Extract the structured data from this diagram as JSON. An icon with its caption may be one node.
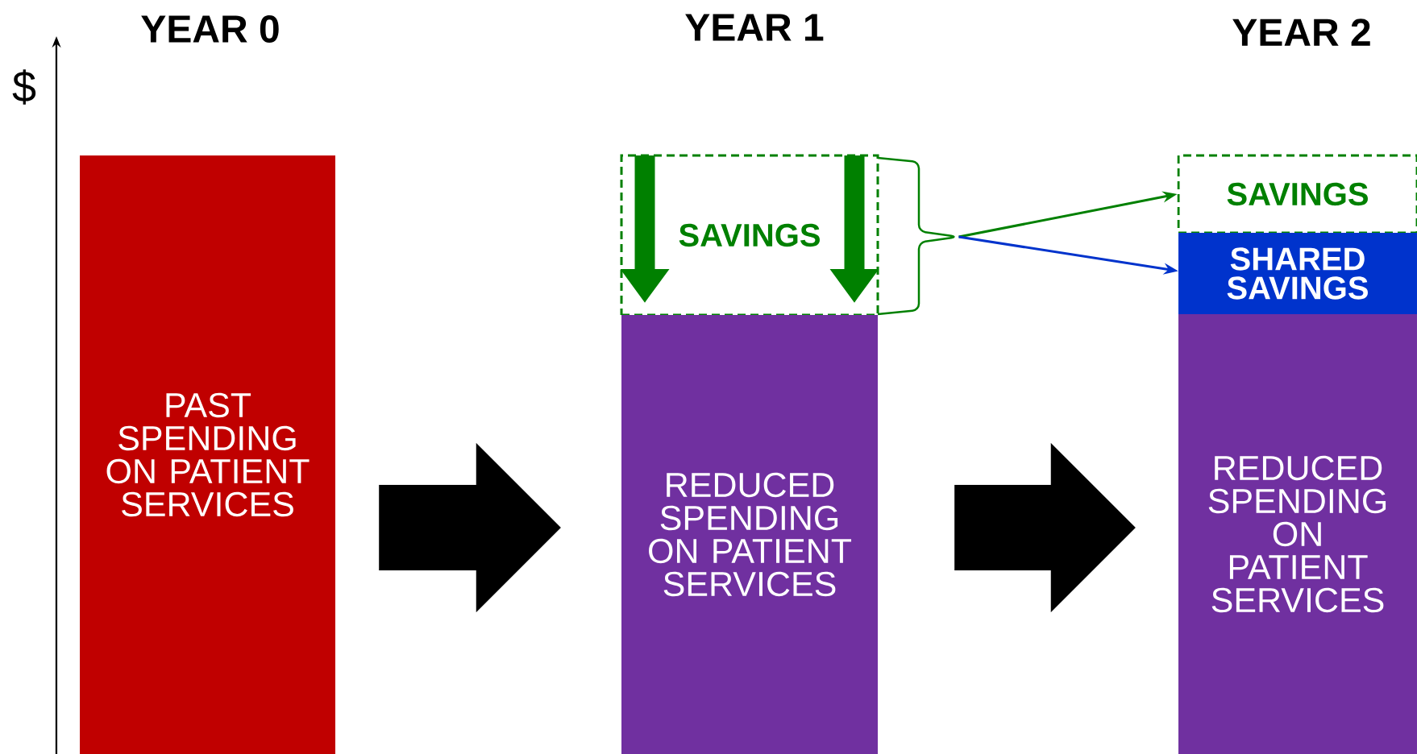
{
  "diagram": {
    "nodes": [
      {
        "text": [
          "PAST SPENDING ON PATIENT SERVICES"
        ]
      },
      {
        "text": [
          "SAVINGS"
        ]
      },
      {
        "text": [
          "REDUCED SPENDING ON PATIENT SERVICES"
        ]
      },
      {
        "text": [
          "SAVINGS"
        ]
      },
      {
        "text": [
          "SHARED SAVINGS"
        ]
      },
      {
        "text": [
          "REDUCED SPENDING ON PATIENT SERVICES"
        ]
      }
    ],
    "edges": [
      {
        "from": 0,
        "to": 2,
        "arrow": "to",
        "style": "thick"
      },
      {
        "from": 2,
        "to": 5,
        "arrow": "to",
        "style": "thick"
      },
      {
        "from": 1,
        "to": 3,
        "arrow": "to",
        "color": "#008000"
      },
      {
        "from": 1,
        "to": 4,
        "arrow": "to",
        "color": "#0033cc"
      }
    ],
    "labels": [
      "YEAR 0",
      "YEAR 1",
      "YEAR 2",
      "$"
    ]
  }
}
